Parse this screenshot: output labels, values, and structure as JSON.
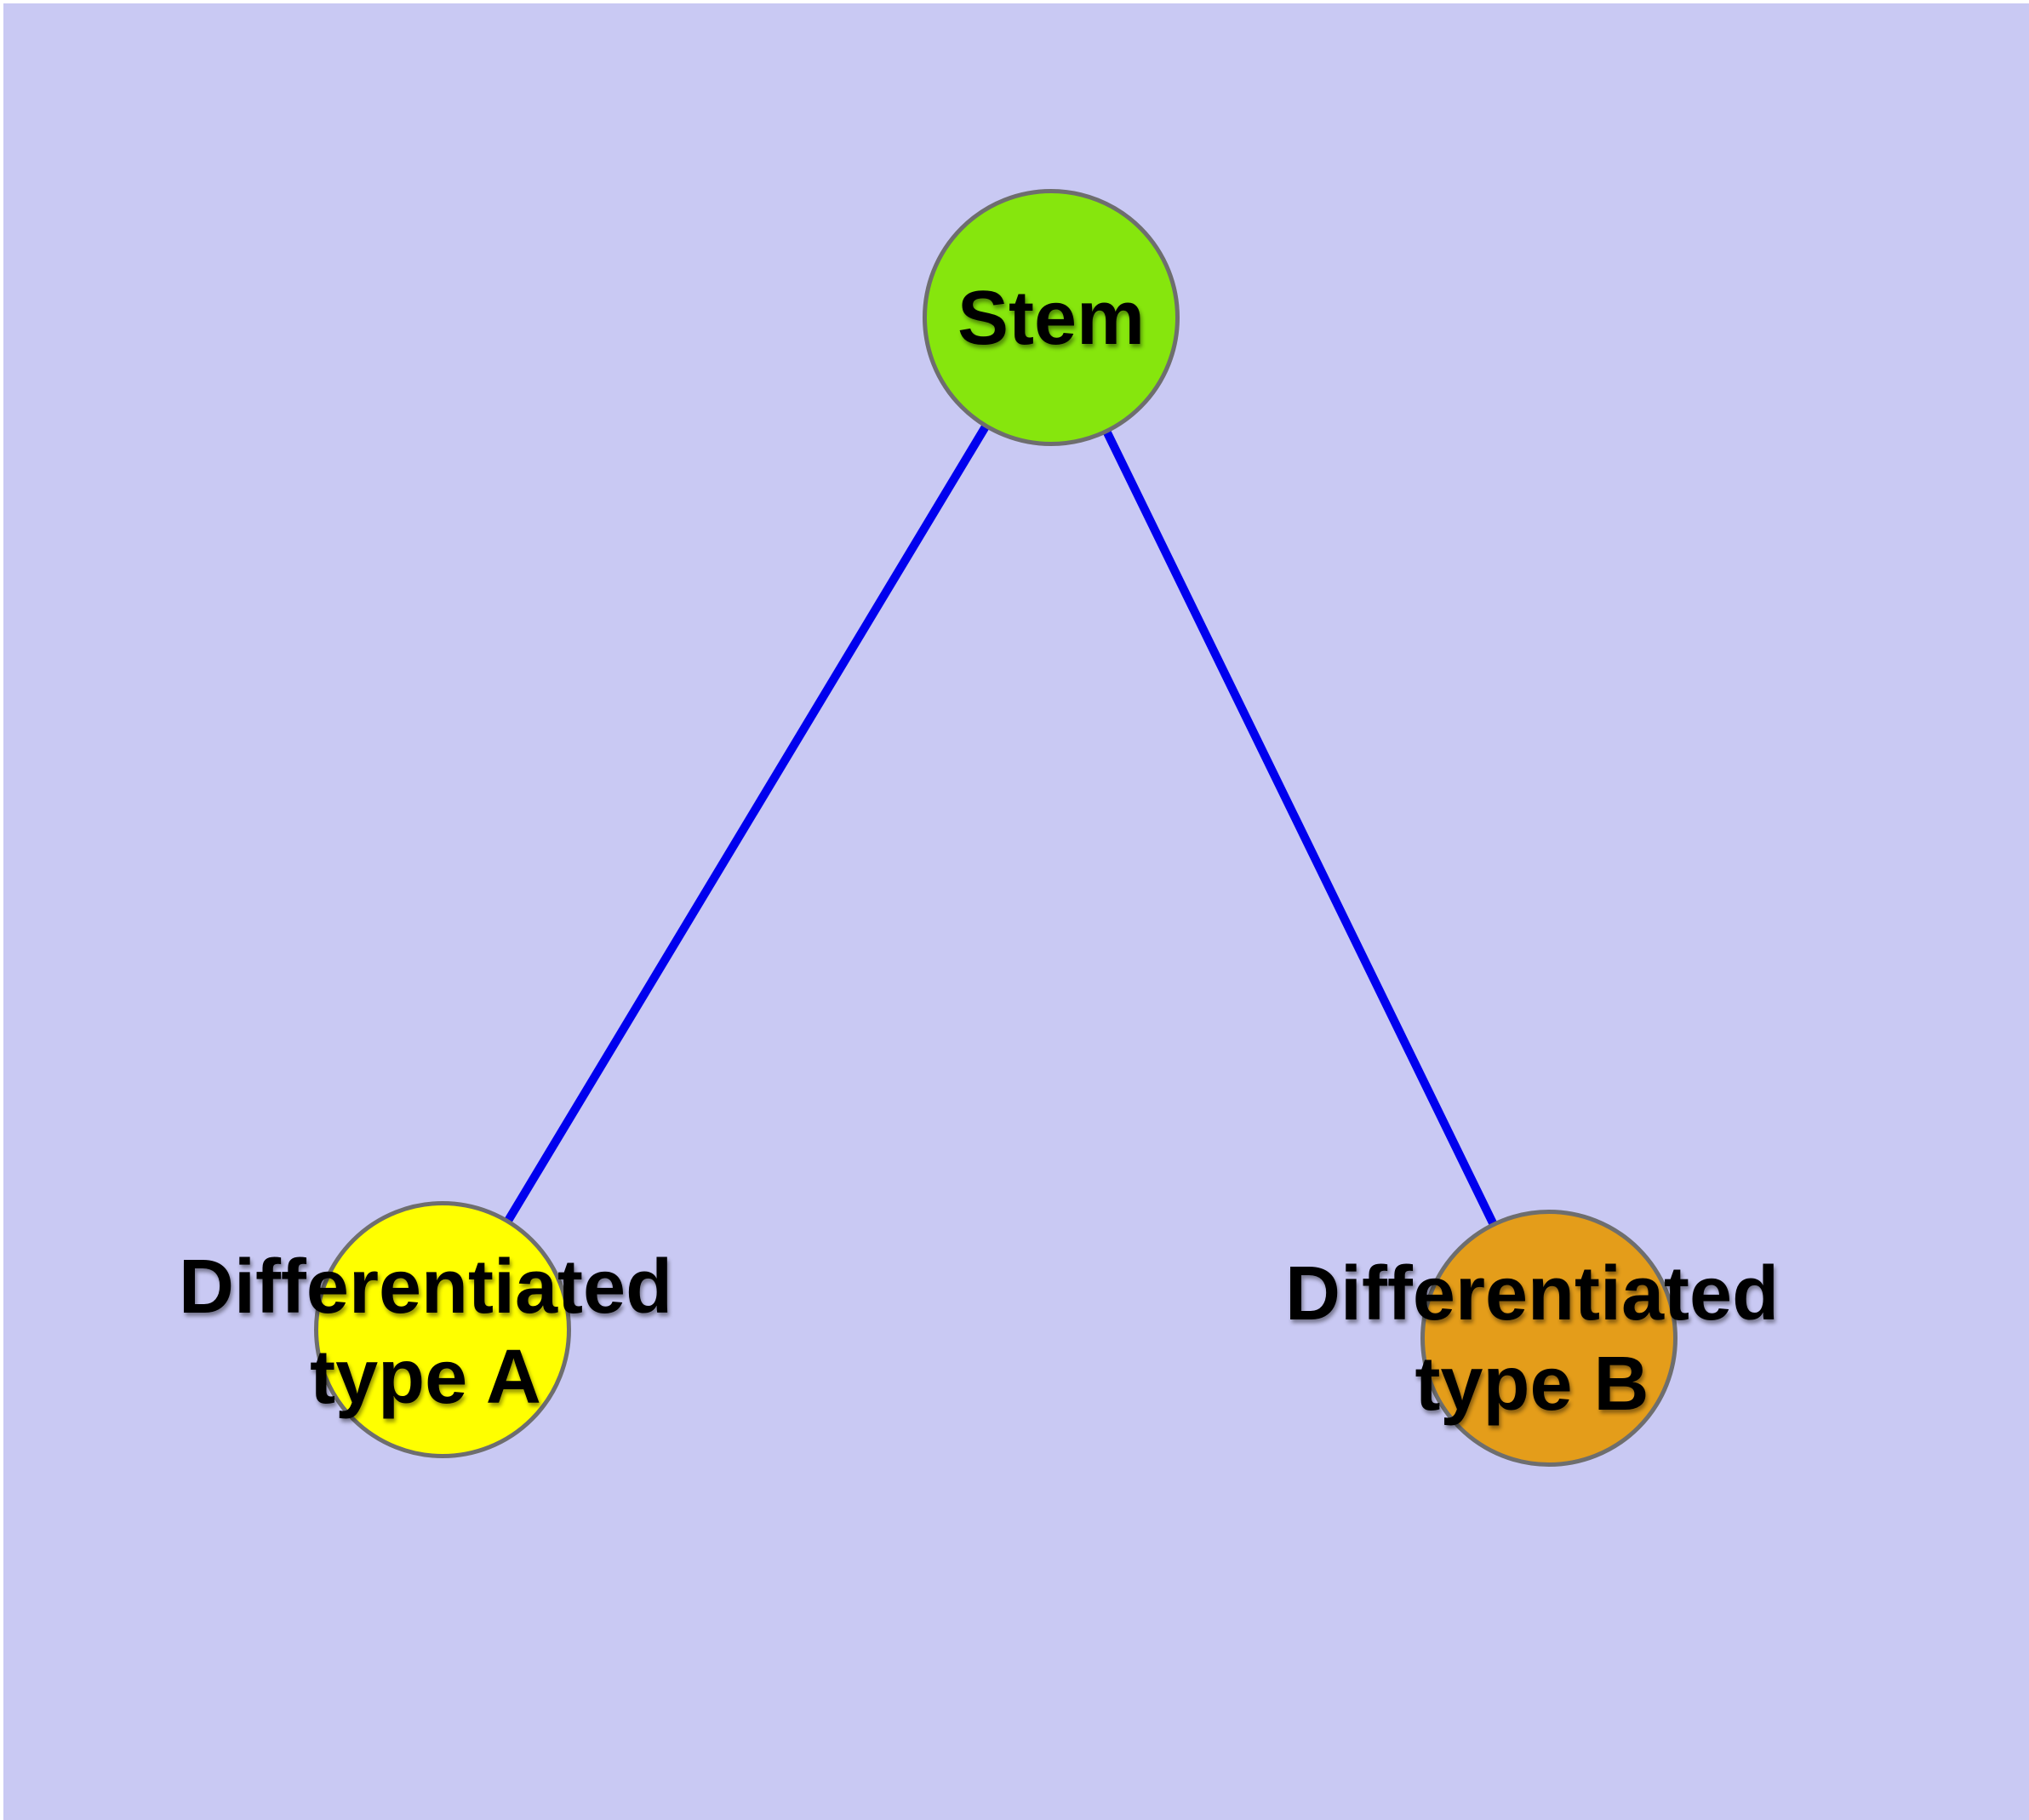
{
  "figure": {
    "type": "node-link-diagram"
  },
  "colors": {
    "page_margin": "#ffffff",
    "background": "#c9c9f3",
    "edge": "#0000ee",
    "node_border": "#6e6e6e",
    "label_text": "#000000",
    "stem_fill": "#86e60d",
    "type_a_fill": "#ffff00",
    "type_b_fill": "#e49d1a"
  },
  "nodes": [
    {
      "id": "stem",
      "label": "Stem"
    },
    {
      "id": "diff-a",
      "label_line1": "Differentiated",
      "label_line2": "type A"
    },
    {
      "id": "diff-b",
      "label_line1": "Differentiated",
      "label_line2": "type B"
    }
  ],
  "edges": [
    {
      "from": "Stem",
      "to": "Differentiated type A"
    },
    {
      "from": "Stem",
      "to": "Differentiated type B"
    }
  ]
}
